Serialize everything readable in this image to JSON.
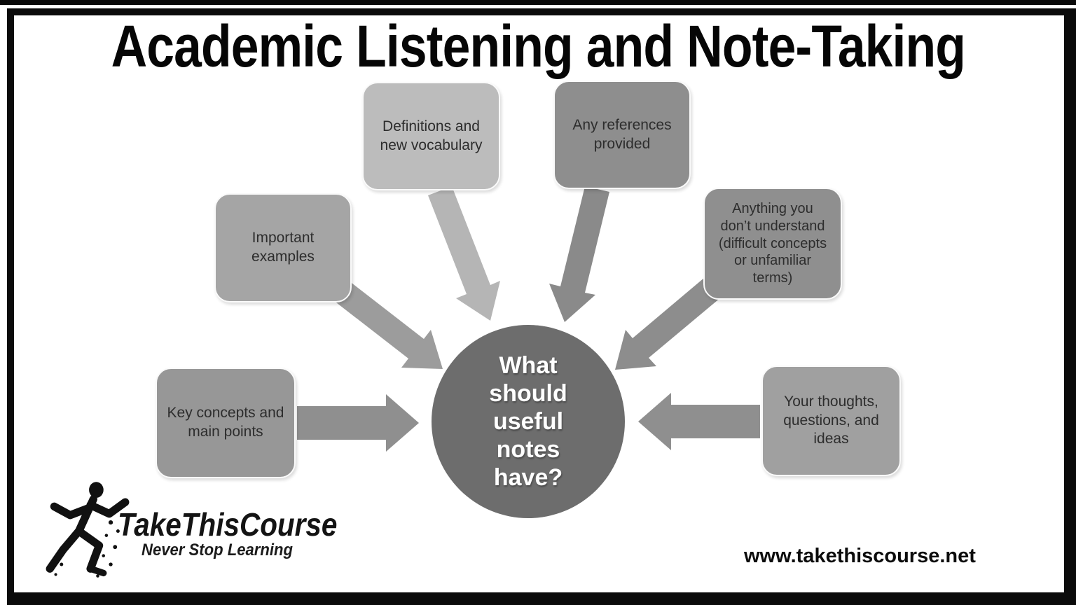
{
  "title": "Academic Listening and Note-Taking",
  "center": {
    "question": "What should useful notes have?",
    "lines": [
      "What",
      "should",
      "useful",
      "notes",
      "have?"
    ]
  },
  "nodes": [
    {
      "id": "definitions",
      "label": "Definitions and new vocabulary",
      "lines": [
        "Definitions and",
        "new vocabulary"
      ]
    },
    {
      "id": "references",
      "label": "Any references provided",
      "lines": [
        "Any references",
        "provided"
      ]
    },
    {
      "id": "important",
      "label": "Important examples",
      "lines": [
        "Important",
        "examples"
      ]
    },
    {
      "id": "anything",
      "label": "Anything you don’t understand (difficult concepts or unfamiliar terms)",
      "lines": [
        "Anything you",
        "don’t understand",
        "(difficult concepts",
        "or unfamiliar",
        "terms)"
      ]
    },
    {
      "id": "key-concepts",
      "label": "Key concepts and main points",
      "lines": [
        "Key concepts and",
        "main points"
      ]
    },
    {
      "id": "thoughts",
      "label": "Your thoughts, questions, and ideas",
      "lines": [
        "Your thoughts,",
        "questions, and",
        "ideas"
      ]
    }
  ],
  "branding": {
    "logo_text": "TakeThisCourse",
    "tagline": "Never Stop Learning",
    "website": "www.takethiscourse.net"
  },
  "colors": {
    "frame": "#0b0b0b",
    "title_text": "#060606",
    "circle_fill": "#6d6d6d",
    "circle_text": "#ffffff",
    "box_definitions": "#bcbcbc",
    "box_references": "#8e8e8e",
    "box_important": "#a5a5a5",
    "box_anything": "#8f8f8f",
    "box_key_concepts": "#979797",
    "box_thoughts": "#a0a0a0",
    "box_text": "#2d2d2d",
    "arrow_definitions": "#b5b5b5",
    "arrow_references": "#8a8a8a",
    "arrow_important": "#9c9c9c",
    "arrow_anything": "#8d8d8d",
    "arrow_key_concepts": "#8f8f8f",
    "arrow_thoughts": "#8f8f8f"
  }
}
